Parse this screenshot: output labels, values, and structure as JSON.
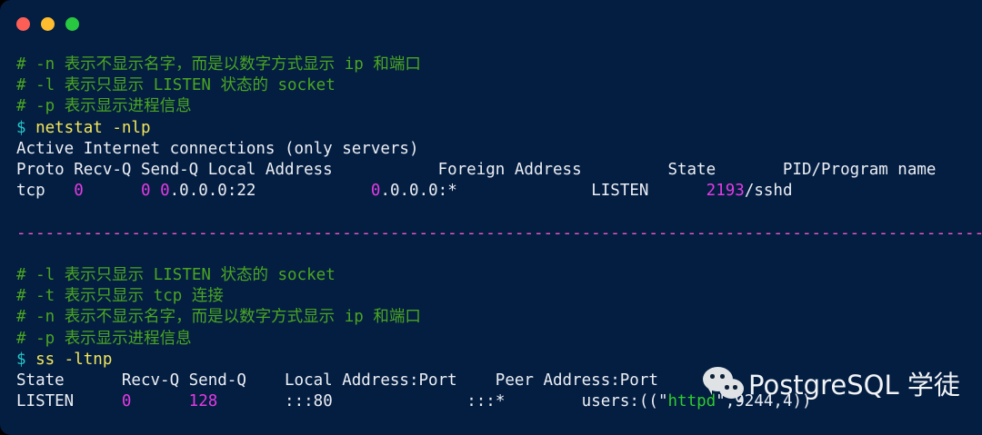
{
  "window": {
    "title_bar": {
      "buttons": [
        {
          "name": "close",
          "color": "#fd5f57",
          "label": ""
        },
        {
          "name": "minimize",
          "color": "#febc2e",
          "label": ""
        },
        {
          "name": "maximize",
          "color": "#28c840",
          "label": ""
        }
      ]
    },
    "background_color": "#041e42"
  },
  "theme": {
    "comment_green": "#4aa521",
    "prompt_cyan": "#23c8c8",
    "command_yellow": "#f2e65a",
    "output_white": "#eceff4",
    "number_magenta": "#e23be2",
    "separator_pink": "#ee57c9",
    "process_green": "#2ecc2e"
  },
  "block1": {
    "comments": [
      {
        "hash": "# -n ",
        "text": "表示不显示名字，而是以数字方式显示 ip 和端口"
      },
      {
        "hash": "# -l ",
        "text": "表示只显示 LISTEN 状态的 socket"
      },
      {
        "hash": "# -p ",
        "text": "表示显示进程信息"
      }
    ],
    "prompt": "$ ",
    "command": "netstat -nlp",
    "output_title": "Active Internet connections (only servers)",
    "header": "Proto Recv-Q Send-Q Local Address           Foreign Address         State       PID/Program name",
    "row": {
      "proto": "tcp   ",
      "recv_q": "0",
      "gap1": "      ",
      "send_q": "0",
      "gap2": " ",
      "local_prefix": "0",
      "local_rest": ".0.0.0:22            ",
      "foreign_prefix": "0",
      "foreign_rest": ".0.0.0:*              ",
      "state": "LISTEN      ",
      "pid": "2193",
      "program": "/sshd"
    }
  },
  "separator": "-----------------------------------------------------------------------------------------------------",
  "block2": {
    "comments": [
      {
        "hash": "# -l ",
        "text": "表示只显示 LISTEN 状态的 socket"
      },
      {
        "hash": "# -t ",
        "text": "表示只显示 tcp 连接"
      },
      {
        "hash": "# -n ",
        "text": "表示不显示名字，而是以数字方式显示 ip 和端口"
      },
      {
        "hash": "# -p ",
        "text": "表示显示进程信息"
      }
    ],
    "prompt": "$ ",
    "command": "ss -ltnp",
    "header": "State      Recv-Q Send-Q    Local Address:Port    Peer Address:Port",
    "row": {
      "state": "LISTEN     ",
      "recv_q": "0",
      "gap1": "      ",
      "send_q": "128",
      "gap2": "       ",
      "local": ":::80              ",
      "peer": ":::*        ",
      "users_prefix": "users:((\"",
      "users_process": "httpd",
      "users_suffix": "\",9244,4))"
    }
  },
  "watermark": {
    "logo": "wechat-logo",
    "text": "PostgreSQL 学徒"
  }
}
